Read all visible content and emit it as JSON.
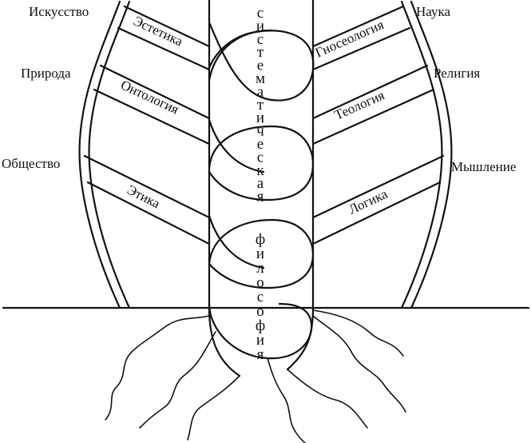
{
  "outer_labels": {
    "left": [
      "Искусство",
      "Природа",
      "Общество"
    ],
    "right": [
      "Наука",
      "Религия",
      "Мышление"
    ]
  },
  "branches": {
    "left": [
      "Эстетика",
      "Онтология",
      "Этика"
    ],
    "right": [
      "Гносеология",
      "Теология",
      "Логика"
    ]
  },
  "trunk": {
    "word1": "систематическая",
    "word2": "философия"
  }
}
